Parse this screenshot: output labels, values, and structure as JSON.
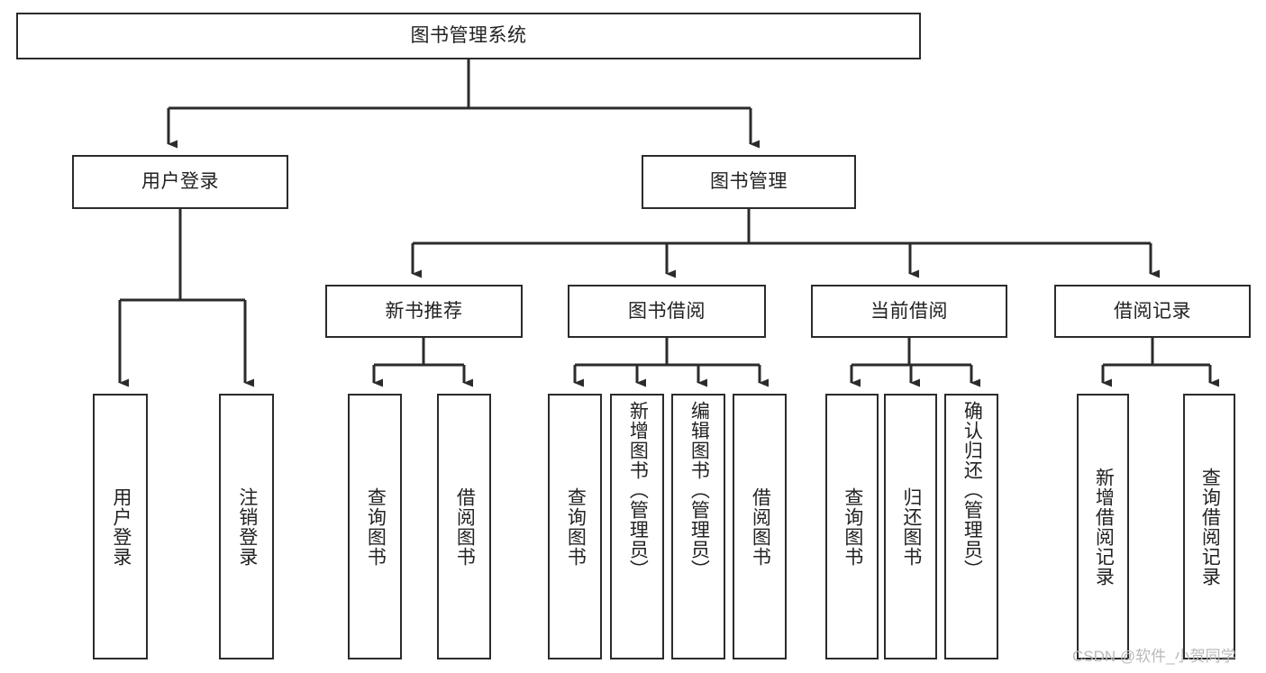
{
  "diagram": {
    "title": "图书管理系统",
    "watermark": "CSDN @软件_小贺同学",
    "type": "tree",
    "colors": {
      "background": "#ffffff",
      "box_border": "#2b2b2b",
      "box_fill": "#ffffff",
      "text": "#222222",
      "connector": "#2b2b2b",
      "watermark": "#b9b9b9"
    },
    "root": {
      "label": "图书管理系统"
    },
    "level2": [
      {
        "id": "user-login",
        "label": "用户登录"
      },
      {
        "id": "book-management",
        "label": "图书管理"
      }
    ],
    "level3": [
      {
        "id": "new-book-recommend",
        "label": "新书推荐",
        "parent": "book-management"
      },
      {
        "id": "book-borrow",
        "label": "图书借阅",
        "parent": "book-management"
      },
      {
        "id": "current-borrow",
        "label": "当前借阅",
        "parent": "book-management"
      },
      {
        "id": "borrow-record",
        "label": "借阅记录",
        "parent": "book-management"
      }
    ],
    "leaves": {
      "user-login": [
        {
          "id": "leaf-user-login",
          "label": "用户登录"
        },
        {
          "id": "leaf-logout",
          "label": "注销登录"
        }
      ],
      "new-book-recommend": [
        {
          "id": "leaf-query-book-1",
          "label": "查询图书"
        },
        {
          "id": "leaf-borrow-book-1",
          "label": "借阅图书"
        }
      ],
      "book-borrow": [
        {
          "id": "leaf-query-book-2",
          "label": "查询图书"
        },
        {
          "id": "leaf-add-book",
          "label": "新增图书（管理员）"
        },
        {
          "id": "leaf-edit-book",
          "label": "编辑图书（管理员）"
        },
        {
          "id": "leaf-borrow-book-2",
          "label": "借阅图书"
        }
      ],
      "current-borrow": [
        {
          "id": "leaf-query-book-3",
          "label": "查询图书"
        },
        {
          "id": "leaf-return-book",
          "label": "归还图书"
        },
        {
          "id": "leaf-confirm-return",
          "label": "确认归还（管理员）"
        }
      ],
      "borrow-record": [
        {
          "id": "leaf-add-record",
          "label": "新增借阅记录"
        },
        {
          "id": "leaf-query-record",
          "label": "查询借阅记录"
        }
      ]
    }
  }
}
